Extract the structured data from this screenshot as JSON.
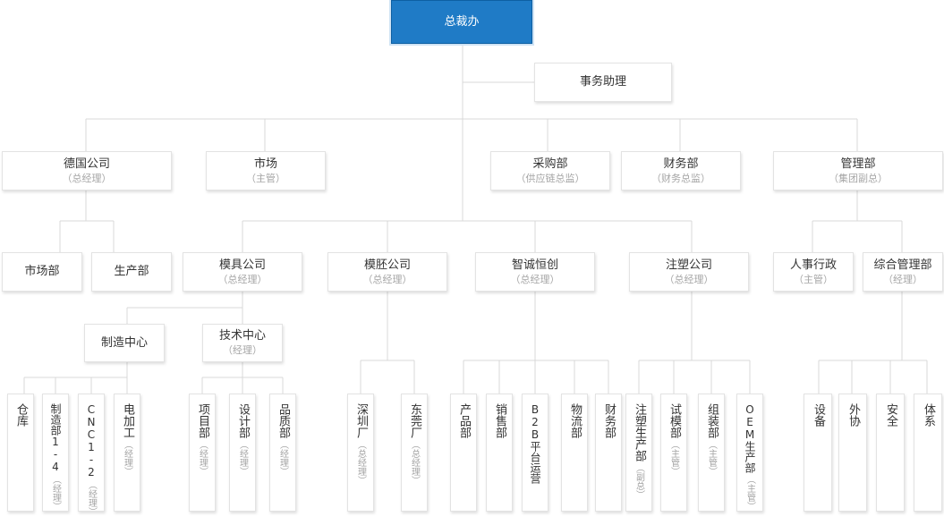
{
  "org": {
    "top": {
      "name": "总裁办"
    },
    "assistant": {
      "name": "事务助理"
    },
    "level1": {
      "germany": {
        "name": "德国公司",
        "sub": "（总经理）"
      },
      "market": {
        "name": "市场",
        "sub": "（主管）"
      },
      "purchase": {
        "name": "采购部",
        "sub": "（供应链总监）"
      },
      "finance": {
        "name": "财务部",
        "sub": "（财务总监）"
      },
      "management": {
        "name": "管理部",
        "sub": "（集团副总）"
      }
    },
    "level2": {
      "market_dept": {
        "name": "市场部"
      },
      "production_dept": {
        "name": "生产部"
      },
      "mold": {
        "name": "模具公司",
        "sub": "（总经理）"
      },
      "blank": {
        "name": "模胚公司",
        "sub": "（总经理）"
      },
      "zhicheng": {
        "name": "智诚恒创",
        "sub": "（总经理）"
      },
      "injection": {
        "name": "注塑公司",
        "sub": "（总经理）"
      },
      "hr": {
        "name": "人事行政",
        "sub": "（主管）"
      },
      "general_mgmt": {
        "name": "综合管理部",
        "sub": "（经理）"
      }
    },
    "level3": {
      "manufacturing_center": {
        "name": "制造中心"
      },
      "tech_center": {
        "name": "技术中心",
        "sub": "（经理）"
      }
    },
    "leaves": {
      "warehouse": {
        "name": "仓库"
      },
      "mfg_1_4": {
        "name": "制造部1-4",
        "sub": "（经理）"
      },
      "cnc": {
        "name": "CNC1-2",
        "sub": "（经理）"
      },
      "edm": {
        "name": "电加工",
        "sub": "（经理）"
      },
      "project": {
        "name": "项目部",
        "sub": "（经理）"
      },
      "design": {
        "name": "设计部",
        "sub": "（经理）"
      },
      "quality": {
        "name": "品质部",
        "sub": "（经理）"
      },
      "shenzhen": {
        "name": "深圳厂",
        "sub": "（总经理）"
      },
      "dongguan": {
        "name": "东莞厂",
        "sub": "（总经理）"
      },
      "product": {
        "name": "产品部"
      },
      "sales": {
        "name": "销售部"
      },
      "b2b": {
        "name": "B2B平台运营"
      },
      "logistics": {
        "name": "物流部"
      },
      "zc_finance": {
        "name": "财务部"
      },
      "inj_production": {
        "name": "注塑生产部",
        "sub": "（副总）"
      },
      "trial_mold": {
        "name": "试模部",
        "sub": "（主管）"
      },
      "assembly": {
        "name": "组装部",
        "sub": "（主管）"
      },
      "oem": {
        "name": "OEM生产部",
        "sub": "（主管）"
      },
      "equipment": {
        "name": "设备"
      },
      "outsourcing": {
        "name": "外协"
      },
      "safety": {
        "name": "安全"
      },
      "system": {
        "name": "体系"
      }
    }
  }
}
